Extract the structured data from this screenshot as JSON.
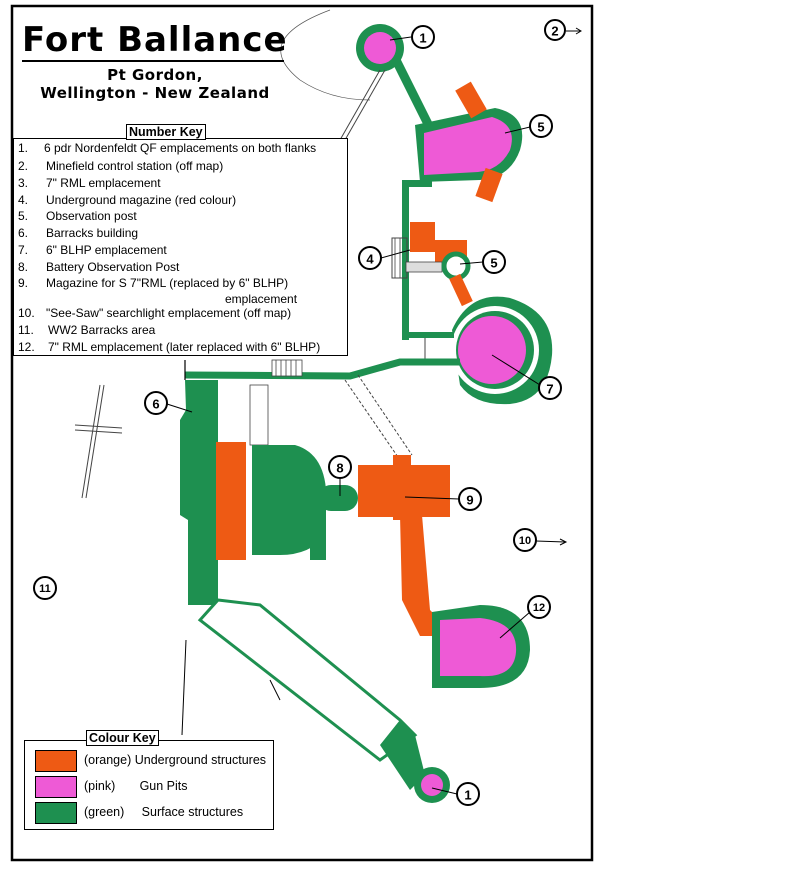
{
  "title": "Fort Ballance",
  "subtitle_line1": "Pt Gordon,",
  "subtitle_line2": "Wellington - New Zealand",
  "colors": {
    "orange": "#ee5a14",
    "pink": "#ee5ad6",
    "green": "#1e9050",
    "outline": "#000000"
  },
  "number_key": {
    "title": "Number Key",
    "items": [
      {
        "num": "1.",
        "text": "6 pdr Nordenfeldt QF emplacements on both flanks"
      },
      {
        "num": "2.",
        "text": "Minefield control station (off map)"
      },
      {
        "num": "3.",
        "text": "7\" RML emplacement"
      },
      {
        "num": "4.",
        "text": "Underground magazine (red colour)"
      },
      {
        "num": "5.",
        "text": "Observation post"
      },
      {
        "num": "6.",
        "text": "Barracks building"
      },
      {
        "num": "7.",
        "text": "6\" BLHP emplacement"
      },
      {
        "num": "8.",
        "text": "Battery  Observation Post"
      },
      {
        "num": "9.",
        "text": "Magazine for S 7\"RML (replaced by 6\" BLHP)"
      },
      {
        "num": "",
        "text": "emplacement"
      },
      {
        "num": "10.",
        "text": "\"See-Saw\" searchlight emplacement (off map)"
      },
      {
        "num": "11.",
        "text": "WW2 Barracks area"
      },
      {
        "num": "12.",
        "text": "7\" RML emplacement (later replaced with 6\" BLHP)"
      }
    ]
  },
  "colour_key": {
    "title": "Colour Key",
    "items": [
      {
        "text": "(orange)  Underground structures",
        "color": "#ee5a14"
      },
      {
        "text": "(pink)       Gun Pits",
        "color": "#ee5ad6"
      },
      {
        "text": "(green)     Surface structures",
        "color": "#1e9050"
      }
    ]
  },
  "markers": [
    "1",
    "2",
    "5",
    "4",
    "5",
    "6",
    "7",
    "8",
    "9",
    "10",
    "11",
    "12",
    "1"
  ]
}
